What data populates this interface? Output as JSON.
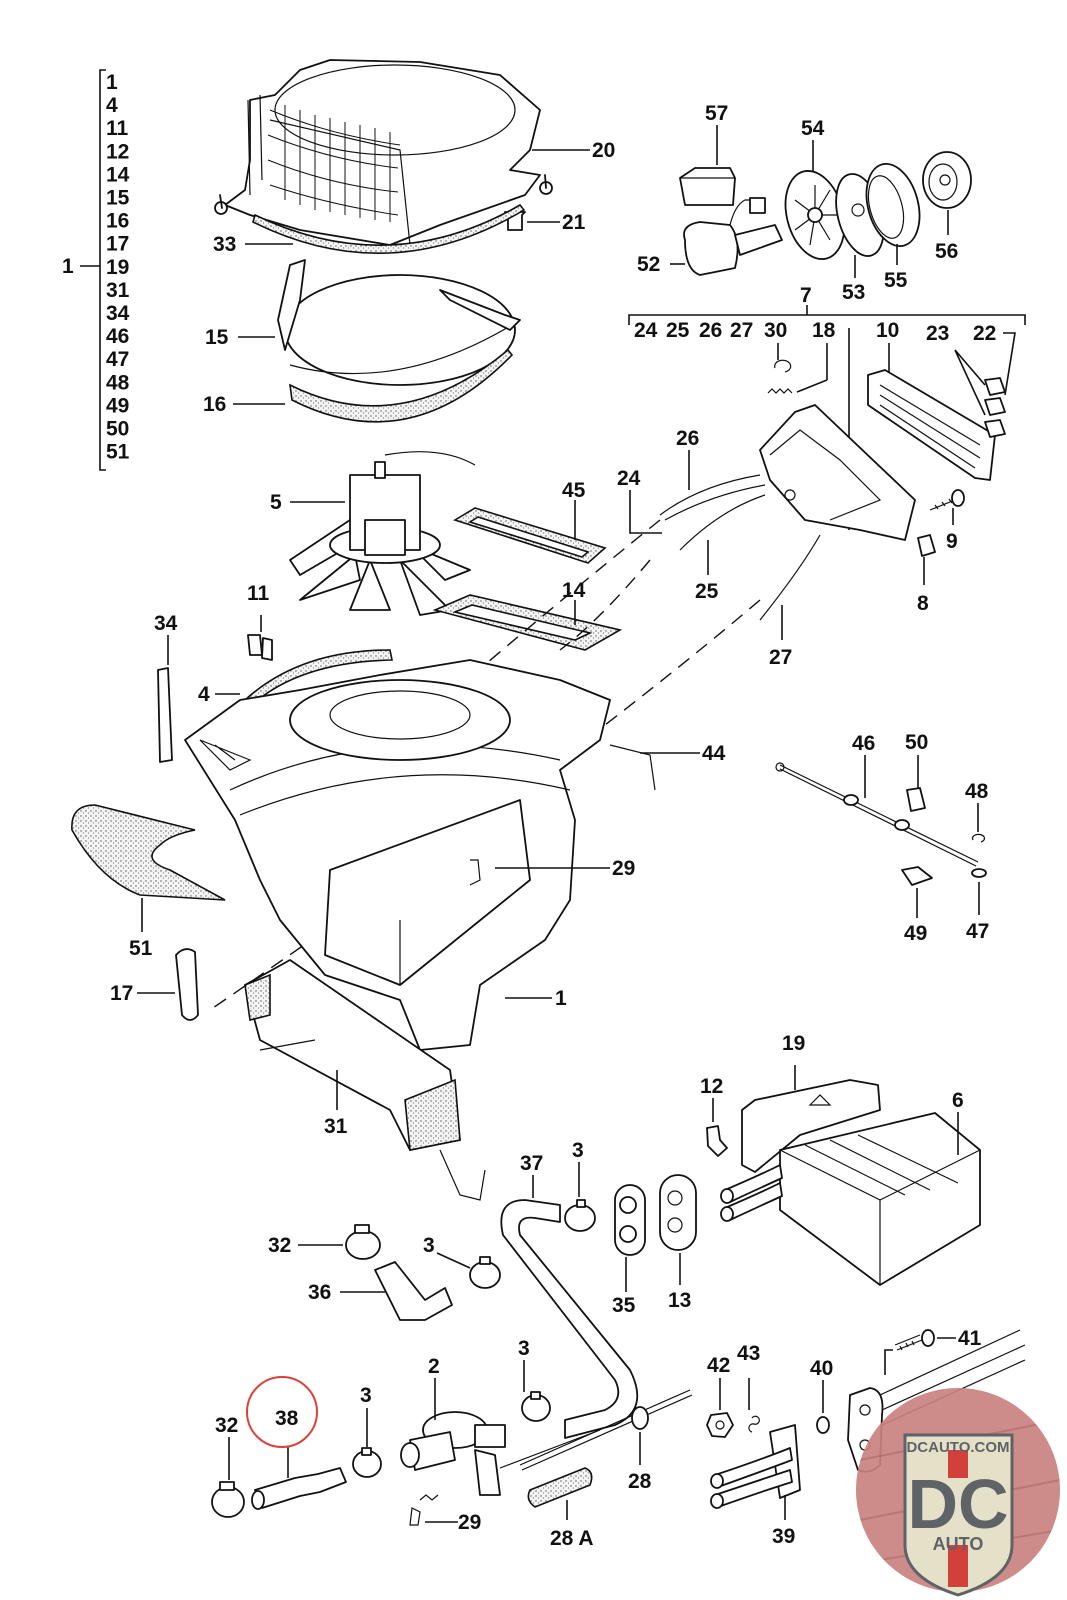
{
  "diagram": {
    "title": "Heater / blower assembly exploded parts diagram",
    "highlighted_part": "38",
    "highlight_color": "#d9423a",
    "kit_groups": [
      {
        "parent": "1",
        "members": [
          "1",
          "4",
          "11",
          "12",
          "14",
          "15",
          "16",
          "17",
          "19",
          "31",
          "34",
          "46",
          "47",
          "48",
          "49",
          "50",
          "51"
        ]
      },
      {
        "parent": "7",
        "members": [
          "24",
          "25",
          "26",
          "27",
          "30",
          "18",
          "10",
          "23",
          "22"
        ]
      }
    ],
    "callouts": {
      "p20": "20",
      "p21": "21",
      "p33": "33",
      "p15": "15",
      "p16": "16",
      "p5": "5",
      "p45": "45",
      "p14": "14",
      "p11": "11",
      "p34": "34",
      "p4": "4",
      "p44": "44",
      "p29a": "29",
      "p51": "51",
      "p17": "17",
      "p1": "1",
      "p31": "31",
      "p57": "57",
      "p54": "54",
      "p52": "52",
      "p53": "53",
      "p55": "55",
      "p56": "56",
      "p26": "26",
      "p24": "24",
      "p25": "25",
      "p27": "27",
      "p9": "9",
      "p8": "8",
      "p46": "46",
      "p50": "50",
      "p48": "48",
      "p49": "49",
      "p47": "47",
      "p19": "19",
      "p12": "12",
      "p6": "6",
      "p3a": "3",
      "p37": "37",
      "p35": "35",
      "p13": "13",
      "p32a": "32",
      "p3b": "3",
      "p36": "36",
      "p2": "2",
      "p3c": "3",
      "p3d": "3",
      "p32b": "32",
      "p38": "38",
      "p29b": "29",
      "p28": "28",
      "p28a": "28 A",
      "p42": "42",
      "p43": "43",
      "p40": "40",
      "p41": "41",
      "p39": "39"
    },
    "watermark": {
      "site": "DCAUTO.COM",
      "monogram": "DC",
      "word": "AUTO",
      "bg_color": "#c9817f",
      "shield_color": "#e5e0c8",
      "letter_color": "#5f6266",
      "stripe_color": "#d1403b"
    }
  }
}
